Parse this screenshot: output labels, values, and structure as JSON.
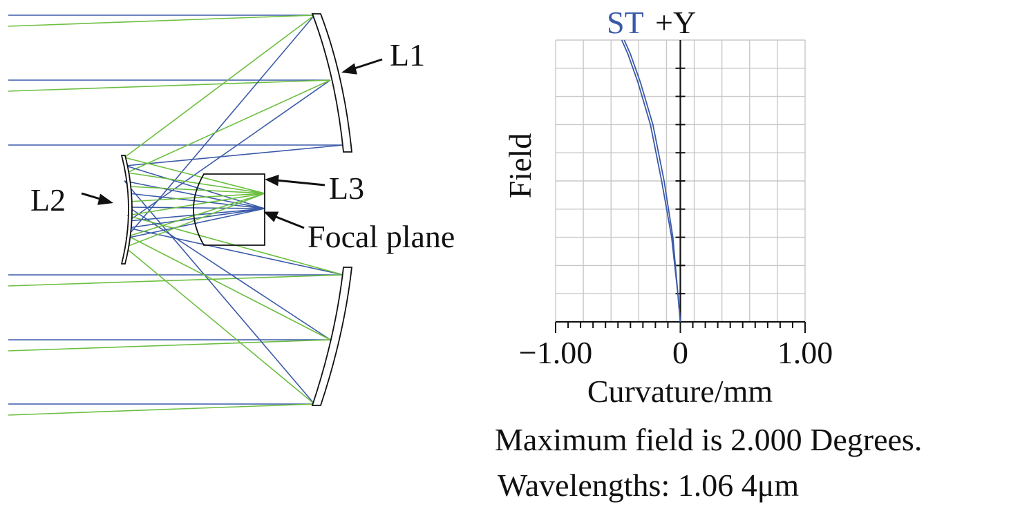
{
  "layout_labels": {
    "l1": "L1",
    "l2": "L2",
    "l3": "L3",
    "focal": "Focal plane"
  },
  "legend": {
    "st": "ST",
    "y": "+Y"
  },
  "chart_data": {
    "type": "line",
    "ylabel": "Field",
    "xlabel": "Curvature/mm",
    "xlim": [
      -1.0,
      1.0
    ],
    "ylim": [
      0,
      1
    ],
    "x_ticks": [
      "−1.00",
      "0",
      "1.00"
    ],
    "grid": true,
    "series": [
      {
        "x": [
          0.0,
          -0.02,
          -0.06,
          -0.13,
          -0.22,
          -0.32,
          -0.4,
          -0.45
        ],
        "y": [
          0.0,
          0.1,
          0.3,
          0.5,
          0.7,
          0.85,
          0.95,
          1.0
        ]
      },
      {
        "x": [
          0.0,
          -0.02,
          -0.07,
          -0.15,
          -0.24,
          -0.34,
          -0.42,
          -0.47
        ],
        "y": [
          0.0,
          0.1,
          0.3,
          0.5,
          0.7,
          0.85,
          0.95,
          1.0
        ]
      }
    ]
  },
  "notes": {
    "line1": "Maximum field is 2.000 Degrees.",
    "line2": "Wavelengths: 1.06 4μm"
  },
  "colors": {
    "blue": "#3a5aa8",
    "green": "#6cbf3f"
  }
}
